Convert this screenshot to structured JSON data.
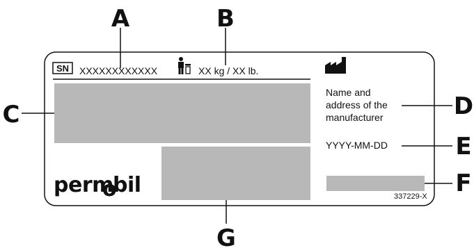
{
  "callouts": {
    "a": "A",
    "b": "B",
    "c": "C",
    "d": "D",
    "e": "E",
    "f": "F",
    "g": "G"
  },
  "label": {
    "sn_badge": "SN",
    "serial_number": "XXXXXXXXXXXX",
    "weight": "XX kg / XX lb.",
    "manufacturer_line1": "Name and",
    "manufacturer_line2": "address of the",
    "manufacturer_line3": "manufacturer",
    "date_format": "YYYY-MM-DD",
    "brand_part1": "perm",
    "brand_part2": "o",
    "brand_part3": "bil",
    "part_number": "337229-X"
  },
  "colors": {
    "placeholder_fill": "#b8b8b8",
    "outline": "#111111"
  },
  "icons": [
    "person-weight-icon",
    "manufacturer-factory-icon"
  ]
}
